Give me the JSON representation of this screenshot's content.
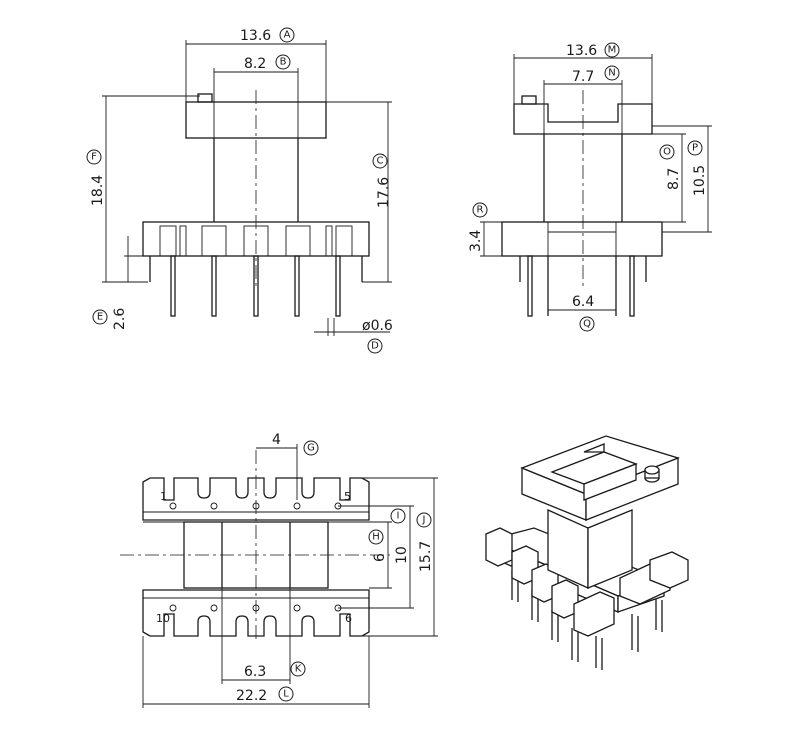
{
  "dims": {
    "A": {
      "value": "13.6",
      "letter": "A"
    },
    "B": {
      "value": "8.2",
      "letter": "B"
    },
    "C": {
      "value": "17.6",
      "letter": "C"
    },
    "D": {
      "value": "ø0.6",
      "letter": "D"
    },
    "E": {
      "value": "2.6",
      "letter": "E"
    },
    "F": {
      "value": "18.4",
      "letter": "F"
    },
    "G": {
      "value": "4",
      "letter": "G"
    },
    "H": {
      "value": "6",
      "letter": "H"
    },
    "I": {
      "value": "10",
      "letter": "I"
    },
    "J": {
      "value": "15.7",
      "letter": "J"
    },
    "K": {
      "value": "6.3",
      "letter": "K"
    },
    "L": {
      "value": "22.2",
      "letter": "L"
    },
    "M": {
      "value": "13.6",
      "letter": "M"
    },
    "N": {
      "value": "7.7",
      "letter": "N"
    },
    "O": {
      "value": "8.7",
      "letter": "O"
    },
    "P": {
      "value": "10.5",
      "letter": "P"
    },
    "Q": {
      "value": "6.4",
      "letter": "Q"
    },
    "R": {
      "value": "3.4",
      "letter": "R"
    }
  },
  "pins": {
    "p1": "1",
    "p5": "5",
    "p6": "6",
    "p10": "10"
  }
}
